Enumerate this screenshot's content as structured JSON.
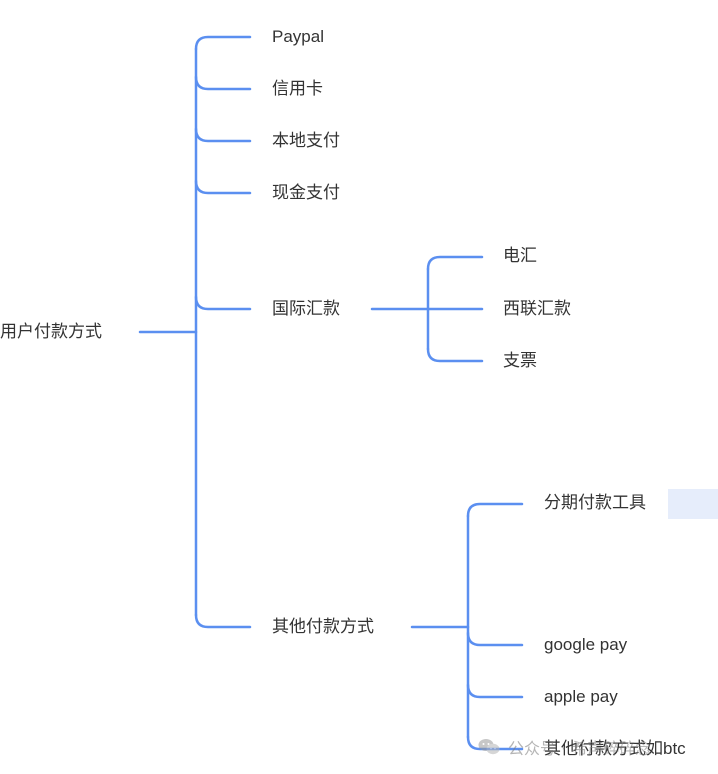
{
  "mindmap": {
    "root": "用户付款方式",
    "branches": [
      {
        "label": "Paypal",
        "children": []
      },
      {
        "label": "信用卡",
        "children": []
      },
      {
        "label": "本地支付",
        "children": []
      },
      {
        "label": "现金支付",
        "children": []
      },
      {
        "label": "国际汇款",
        "children": [
          "电汇",
          "西联汇款",
          "支票"
        ]
      },
      {
        "label": "其他付款方式",
        "children": [
          "分期付款工具",
          "google pay",
          "apple pay",
          "其他付款方式如btc"
        ]
      }
    ]
  },
  "watermark": {
    "text": "公众号 · 希声碎碎念",
    "icon": "wechat-icon"
  },
  "colors": {
    "line": "#5b8ff0",
    "text": "#333333",
    "highlight": "#e6edfb"
  }
}
